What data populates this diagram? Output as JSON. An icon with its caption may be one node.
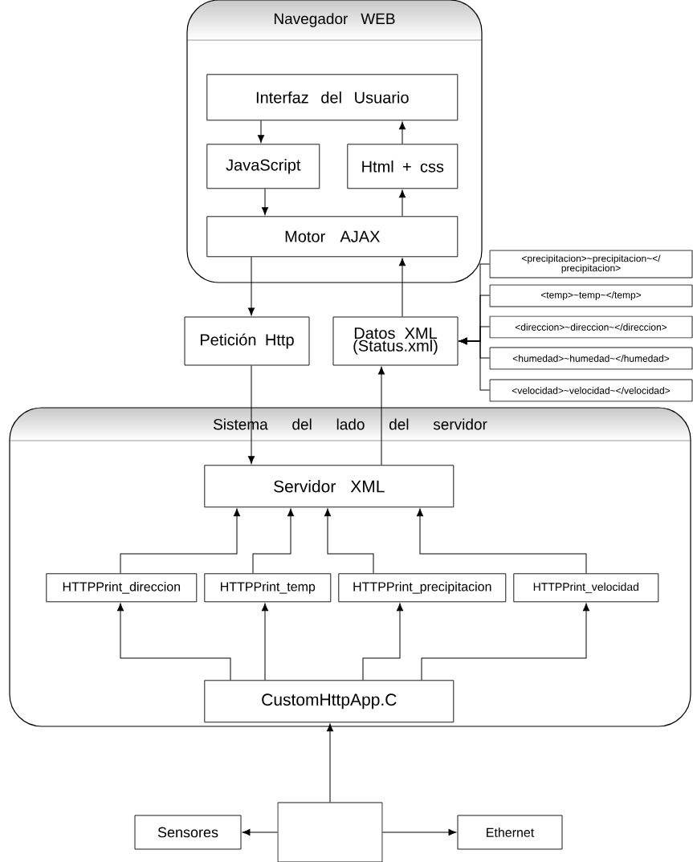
{
  "diagram": {
    "nodes": [
      {
        "text": [
          "Navegador WEB"
        ]
      },
      {
        "text": [
          "Interfaz del Usuario"
        ],
        "in": 0
      },
      {
        "text": [
          "JavaScript"
        ],
        "in": 0
      },
      {
        "text": [
          "Html + css"
        ],
        "in": 0
      },
      {
        "text": [
          "Motor AJAX"
        ],
        "in": 0
      },
      {
        "text": [
          "Petición Http"
        ]
      },
      {
        "text": [
          "Datos XML (Status.xml)"
        ]
      },
      {
        "text": [
          "<precipitacion>~precipitacion~</ precipitacion>"
        ]
      },
      {
        "text": [
          "<temp>~temp~</temp>"
        ]
      },
      {
        "text": [
          "<direccion>~direccion~</direccion>"
        ]
      },
      {
        "text": [
          "<humedad>~humedad~</humedad>"
        ]
      },
      {
        "text": [
          "<velocidad>~velocidad~</velocidad>"
        ]
      },
      {
        "text": [
          "Sistema del lado del servidor"
        ]
      },
      {
        "text": [
          "Servidor XML"
        ],
        "in": 12
      },
      {
        "text": [
          "HTTPPrint_direccion"
        ],
        "in": 12
      },
      {
        "text": [
          "HTTPPrint_temp"
        ],
        "in": 12
      },
      {
        "text": [
          "HTTPPrint_precipitacion"
        ],
        "in": 12
      },
      {
        "text": [
          "HTTPPrint_velocidad"
        ],
        "in": 12
      },
      {
        "text": [
          "CustomHttpApp.C"
        ],
        "in": 12
      },
      {
        "text": [],
        "shape": "box"
      },
      {
        "text": [
          "Sensores"
        ]
      },
      {
        "text": [
          "Ethernet"
        ]
      }
    ],
    "edges": [
      {
        "from": 1,
        "to": 2,
        "arrow": "to"
      },
      {
        "from": 2,
        "to": 4,
        "arrow": "to"
      },
      {
        "from": 4,
        "to": 3,
        "arrow": "to"
      },
      {
        "from": 3,
        "to": 1,
        "arrow": "to"
      },
      {
        "from": 4,
        "to": 5,
        "arrow": "to"
      },
      {
        "from": 6,
        "to": 4,
        "arrow": "to"
      },
      {
        "from": 5,
        "to": 13,
        "arrow": "to"
      },
      {
        "from": 13,
        "to": 6,
        "arrow": "to"
      },
      {
        "from": 7,
        "to": 6,
        "arrow": "to"
      },
      {
        "from": 8,
        "to": 6,
        "arrow": "to"
      },
      {
        "from": 9,
        "to": 6,
        "arrow": "to"
      },
      {
        "from": 10,
        "to": 6,
        "arrow": "to"
      },
      {
        "from": 11,
        "to": 6,
        "arrow": "to"
      },
      {
        "from": 14,
        "to": 13,
        "arrow": "to"
      },
      {
        "from": 15,
        "to": 13,
        "arrow": "to"
      },
      {
        "from": 16,
        "to": 13,
        "arrow": "to"
      },
      {
        "from": 17,
        "to": 13,
        "arrow": "to"
      },
      {
        "from": 18,
        "to": 14,
        "arrow": "to"
      },
      {
        "from": 18,
        "to": 15,
        "arrow": "to"
      },
      {
        "from": 18,
        "to": 16,
        "arrow": "to"
      },
      {
        "from": 18,
        "to": 17,
        "arrow": "to"
      },
      {
        "from": 19,
        "to": 18,
        "arrow": "to"
      },
      {
        "from": 19,
        "to": 20,
        "arrow": "to"
      },
      {
        "from": 19,
        "to": 21,
        "arrow": "to"
      }
    ]
  }
}
